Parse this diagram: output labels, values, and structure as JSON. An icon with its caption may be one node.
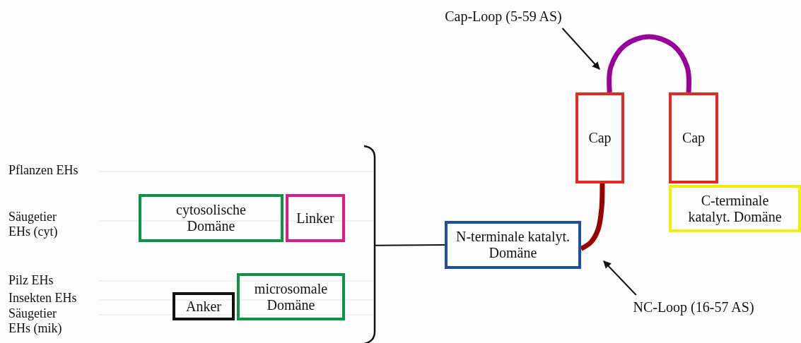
{
  "diagram": {
    "nodes": [
      {
        "text": [
          "cytosolische Domäne"
        ]
      },
      {
        "text": [
          "Linker"
        ]
      },
      {
        "text": [
          "Anker"
        ]
      },
      {
        "text": [
          "microsomale Domäne"
        ]
      },
      {
        "text": [
          "N-terminale katalyt. Domäne"
        ]
      },
      {
        "text": [
          "Cap"
        ]
      },
      {
        "text": [
          "Cap"
        ]
      },
      {
        "text": [
          "C-terminale katalyt. Domäne"
        ]
      },
      {
        "text": [
          "Cap-Loop (5-59 AS)"
        ]
      },
      {
        "text": [
          "NC-Loop (16-57 AS)"
        ]
      },
      {
        "text": [],
        "shape": "bracket"
      }
    ],
    "edges": [
      {
        "from": 5,
        "to": 6,
        "arrow": "none",
        "style": "thick",
        "color": "#990099"
      },
      {
        "from": 5,
        "to": 4,
        "arrow": "none",
        "style": "thick",
        "color": "#990000"
      },
      {
        "from": 8,
        "to": null,
        "arrow": "to"
      },
      {
        "from": 9,
        "to": null,
        "arrow": "to"
      },
      {
        "from": 10,
        "to": 4,
        "arrow": "none"
      }
    ],
    "labels": [
      "Pflanzen EHs",
      "Säugetier EHs (cyt)",
      "Pilz EHs",
      "Insekten EHs",
      "Säugetier EHs (mik)"
    ]
  }
}
